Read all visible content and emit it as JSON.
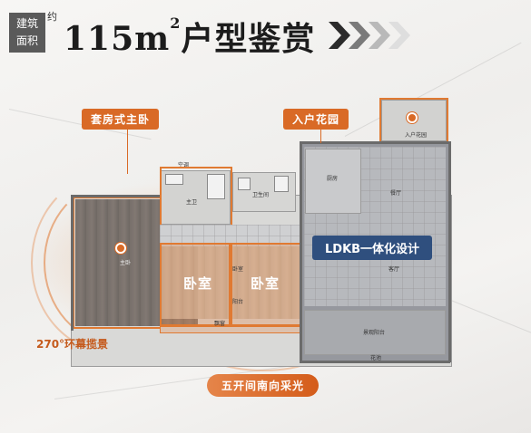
{
  "header": {
    "badge_line1": "建筑",
    "badge_line2": "面积",
    "approx": "约",
    "title_number": "115m",
    "title_sup": "2",
    "title_text": "户型鉴赏"
  },
  "tags": {
    "master_suite": "套房式主卧",
    "entrance_garden": "入户花园",
    "ldkb": "LDKB一体化设计",
    "south_light": "五开间南向采光",
    "panorama": "270°环幕揽景"
  },
  "bedrooms": [
    "卧室",
    "卧室"
  ],
  "rooms": {
    "master_bed": "主卧",
    "master_bath": "主卫",
    "public_bath": "卫生间",
    "kitchen": "厨房",
    "dining": "餐厅",
    "living": "客厅",
    "balcony": "阳台",
    "sunroom": "景观阳台",
    "bay_window": "飘窗",
    "entrance_garden_small": "入户花园",
    "bed_small": "卧室",
    "ac": "空调",
    "garden_edge": "花池"
  },
  "colors": {
    "accent": "#d96a26",
    "ldkb": "#2f4f7e",
    "badge": "#5a5a5a"
  }
}
